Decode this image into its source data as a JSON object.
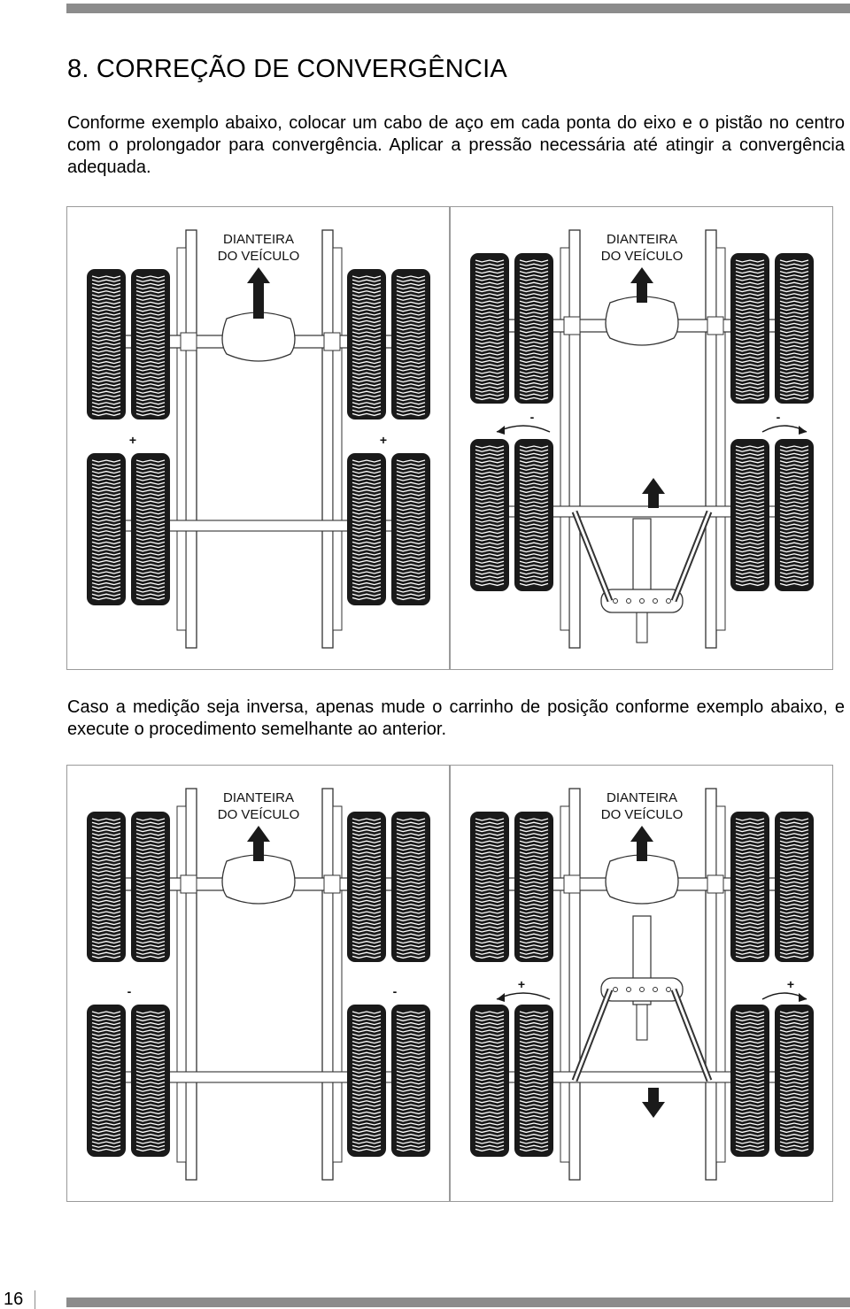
{
  "page": {
    "heading": "8. CORREÇÃO DE CONVERGÊNCIA",
    "paragraph_1": "Conforme exemplo abaixo, colocar um cabo de aço em cada ponta do eixo e o pistão no centro com o prolongador para convergência. Aplicar a pressão necessária até atingir a convergência adequada.",
    "paragraph_2": "Caso a medição seja inversa, apenas mude o carrinho de posição conforme exemplo abaixo, e execute o procedimento semelhante ao anterior.",
    "page_number": "16"
  },
  "figures": [
    {
      "label_line_1": "DIANTEIRA",
      "label_line_2": "DO VEÍCULO",
      "rear_sign_left": "+",
      "rear_sign_right": "+"
    },
    {
      "label_line_1": "DIANTEIRA",
      "label_line_2": "DO VEÍCULO",
      "rear_sign_left": "-",
      "rear_sign_right": "-"
    },
    {
      "label_line_1": "DIANTEIRA",
      "label_line_2": "DO VEÍCULO",
      "rear_sign_left": "-",
      "rear_sign_right": "-"
    },
    {
      "label_line_1": "DIANTEIRA",
      "label_line_2": "DO VEÍCULO",
      "rear_sign_left": "+",
      "rear_sign_right": "+"
    }
  ],
  "icons": [
    "forward-arrow-icon",
    "push-arrow-icon",
    "pull-arrow-icon",
    "curved-arrow-icon",
    "tire-icon",
    "hydraulic-piston-icon"
  ]
}
